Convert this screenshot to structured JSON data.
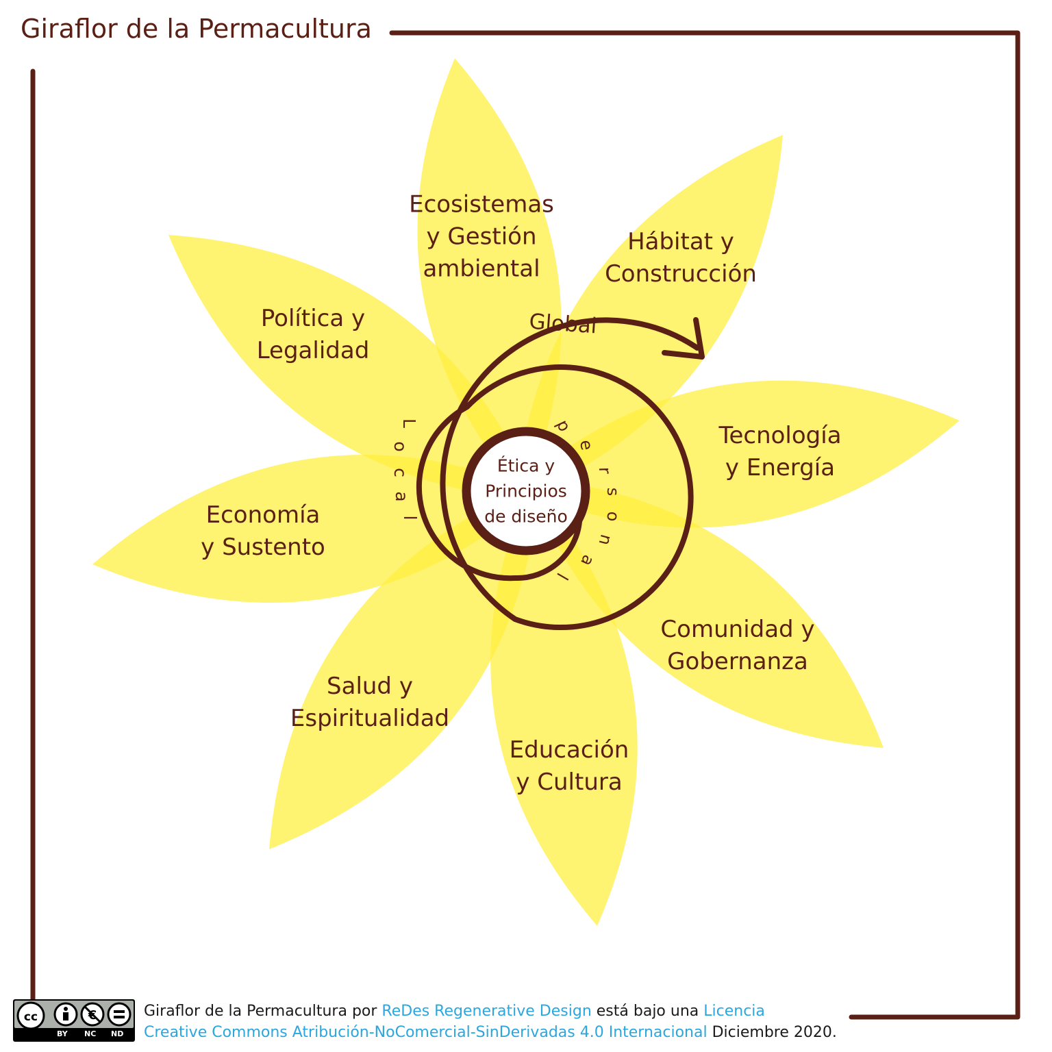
{
  "title": "Giraflor de la Permacultura",
  "colors": {
    "petal": "#ffef3c",
    "petal_alpha": 0.72,
    "ink": "#5a2016",
    "link": "#2ba6de"
  },
  "petals": [
    {
      "id": "ecosistemas",
      "lines": [
        "Ecosistemas",
        "y Gestión",
        "ambiental"
      ]
    },
    {
      "id": "habitat",
      "lines": [
        "Hábitat y",
        "Construcción"
      ]
    },
    {
      "id": "tecnologia",
      "lines": [
        "Tecnología",
        "y Energía"
      ]
    },
    {
      "id": "comunidad",
      "lines": [
        "Comunidad y",
        "Gobernanza"
      ]
    },
    {
      "id": "educacion",
      "lines": [
        "Educación",
        "y Cultura"
      ]
    },
    {
      "id": "salud",
      "lines": [
        "Salud y",
        "Espiritualidad"
      ]
    },
    {
      "id": "economia",
      "lines": [
        "Economía",
        "y Sustento"
      ]
    },
    {
      "id": "politica",
      "lines": [
        "Política y",
        "Legalidad"
      ]
    }
  ],
  "spiral": {
    "global": "Global",
    "local": "Local",
    "personal": "Personal"
  },
  "center": {
    "lines": [
      "Ética y",
      "Principios",
      "de diseño"
    ]
  },
  "footer": {
    "part1": "Giraflor de la Permacultura por ",
    "author": "ReDes Regenerative Design",
    "part2": " está bajo una ",
    "license_1": "Licencia",
    "license_2": "Creative Commons Atribución-NoComercial-SinDerivadas 4.0 Internacional",
    "part3": " Diciembre 2020."
  },
  "badge": {
    "icons": [
      "cc-icon",
      "by-icon",
      "nc-icon",
      "nd-icon"
    ],
    "labels": [
      "BY",
      "NC",
      "ND"
    ]
  }
}
